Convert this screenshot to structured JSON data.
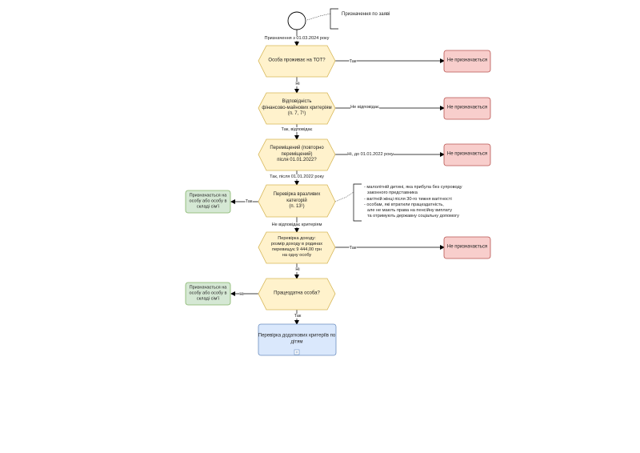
{
  "start": {
    "note": "Призначення по заяві",
    "edge_label": "Призначення з 01.03.2024 року"
  },
  "nodes": {
    "q1": "Особа проживає на ТОТ?",
    "q2": [
      "Відповідність",
      "фінансово-майнових критеріям",
      "(п. 7, 7¹)"
    ],
    "q3": [
      "Переміщений (повторно",
      "переміщений)",
      "після 01.01.2022?"
    ],
    "q4": [
      "Перевірка вразливих",
      "категорій",
      "(п. 13¹)"
    ],
    "q5": [
      "Перевірка доходу:",
      "розмір доходу в родинах",
      "перевищує 9 444,00 грн",
      "на одну особу"
    ],
    "q6": "Працездатна особа?",
    "end_blue": [
      "Перевірка додаткових критеріїв по",
      "дітям"
    ],
    "green1": [
      "Призначається на",
      "особу або особу в",
      "складі сім'ї"
    ],
    "green2": [
      "Призначається на",
      "особу або особу в",
      "складі сім'ї"
    ],
    "red1": "Не призначається",
    "red2": "Не призначається",
    "red3": "Не призначається",
    "red4": "Не призначається"
  },
  "edges": {
    "q1_red": "Так",
    "q1_down": "Ні",
    "q2_red": "Не відповідає",
    "q2_down": "Так, відповідає",
    "q3_red": "Ні, до 01.01.2022 року",
    "q3_down": "Так, після 01.01.2022 року",
    "q4_green": "Так",
    "q4_down": "Не відповідає критеріям",
    "q5_red": "Так",
    "q5_down": "Ні",
    "q6_green": "Ні",
    "q6_down": "Так"
  },
  "vulnerable_note": [
    "- малолітній дитині, яка прибула без супроводу",
    "  законного представника",
    "- вагітній жінці після 30-го тижня вагітності",
    "- особам, які втратили працездатність,",
    "  але не мають права на пенсійну виплату",
    "  та отримують державну соціальну допомогу"
  ],
  "colors": {
    "yellow_fill": "#fff2cc",
    "yellow_stroke": "#d6b656",
    "red_fill": "#f8cecc",
    "red_stroke": "#b85450",
    "green_fill": "#d5e8d4",
    "green_stroke": "#82b366",
    "blue_fill": "#dae8fc",
    "blue_stroke": "#6c8ebf",
    "line": "#000000"
  }
}
